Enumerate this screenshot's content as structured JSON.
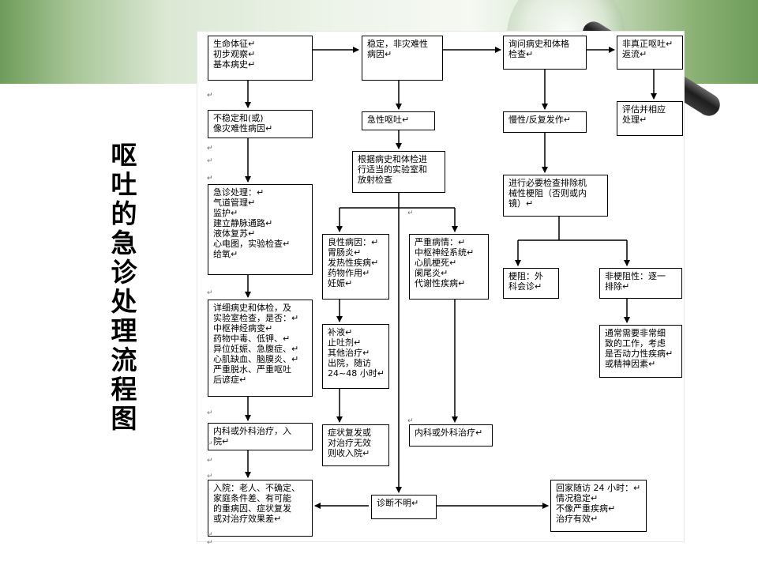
{
  "title": "呕吐的急诊处理流程图",
  "boxes": {
    "b_vitals": [
      "生命体征↵",
      "初步观察↵",
      "基本病史↵"
    ],
    "b_stable": [
      "稳定，非灾难性",
      "病因↵"
    ],
    "b_inquire": [
      "询问病史和体格",
      "检查↵"
    ],
    "b_notreal": [
      "非真正呕吐↵",
      "返流↵"
    ],
    "b_evaluate": [
      "评估并相应",
      "处理↵"
    ],
    "b_unstable": [
      "不稳定和(或)",
      "像灾难性病因↵"
    ],
    "b_acute": [
      "急性呕吐↵"
    ],
    "b_chronic": [
      "慢性/反复发作↵"
    ],
    "b_labtest": [
      "根据病史和体检进",
      "行适当的实验室和",
      "放射检查"
    ],
    "b_mechanical": [
      "进行必要检查排除机",
      "械性梗阻（否则或内",
      "镜）↵"
    ],
    "b_emergency": [
      "急诊处理：↵",
      "气道管理↵",
      "监护↵",
      "建立静脉通路↵",
      "液体复苏↵",
      "心电图，实验检查↵",
      "给氧↵"
    ],
    "b_benign": [
      "良性病因：↵",
      "胃肠炎↵",
      "发热性疾病↵",
      "药物作用↵",
      "妊娠↵"
    ],
    "b_severe": [
      "严重病情：↵",
      "中枢神经系统↵",
      "心肌梗死↵",
      "阑尾炎↵",
      "代谢性疾病↵"
    ],
    "b_obstruct": [
      "梗阻：外",
      "科会诊↵"
    ],
    "b_nonobstruct": [
      "非梗阻性：逐一",
      "排除↵"
    ],
    "b_detailed": [
      "详细病史和体检，及",
      "实验室检查，是否：↵",
      "中枢神经病变↵",
      "药物中毒、低钾、↵",
      "异位妊娠、急腹症、↵",
      "心肌缺血、脑膜炎、↵",
      "严重脱水、严重呕吐",
      "后谚症↵"
    ],
    "b_rehydrate": [
      "补液↵",
      "止吐剂↵",
      "其他治疗↵",
      "出院，随访",
      "24~48 小时↵"
    ],
    "b_careful": [
      "通常需要非常细",
      "致的工作，考虑",
      "是否动力性疾病↵",
      "或精神因素↵"
    ],
    "b_medsurg1": [
      "内科或外科治疗，入",
      "院↵"
    ],
    "b_relapse": [
      "症状复发或",
      "对治疗无效",
      "则收入院↵"
    ],
    "b_medsurg2": [
      "内科或外科治疗↵"
    ],
    "b_admit": [
      "入院：老人、不确定、",
      "家庭条件差、有可能",
      "的重病因、症状复发",
      "或对治疗效果差↵"
    ],
    "b_unclear": [
      "诊断不明↵"
    ],
    "b_followup": [
      "回家随访 24 小时：↵",
      "情况稳定↵",
      "不像严重疾病↵",
      "治疗有效↵"
    ]
  },
  "stray_marks": [
    "↵",
    "↵",
    "↵",
    "↵",
    "↵",
    "↵",
    "↵",
    "↵",
    "↵",
    "↵",
    "↵",
    "↵",
    "↵",
    "↵",
    "↵",
    "↵"
  ]
}
